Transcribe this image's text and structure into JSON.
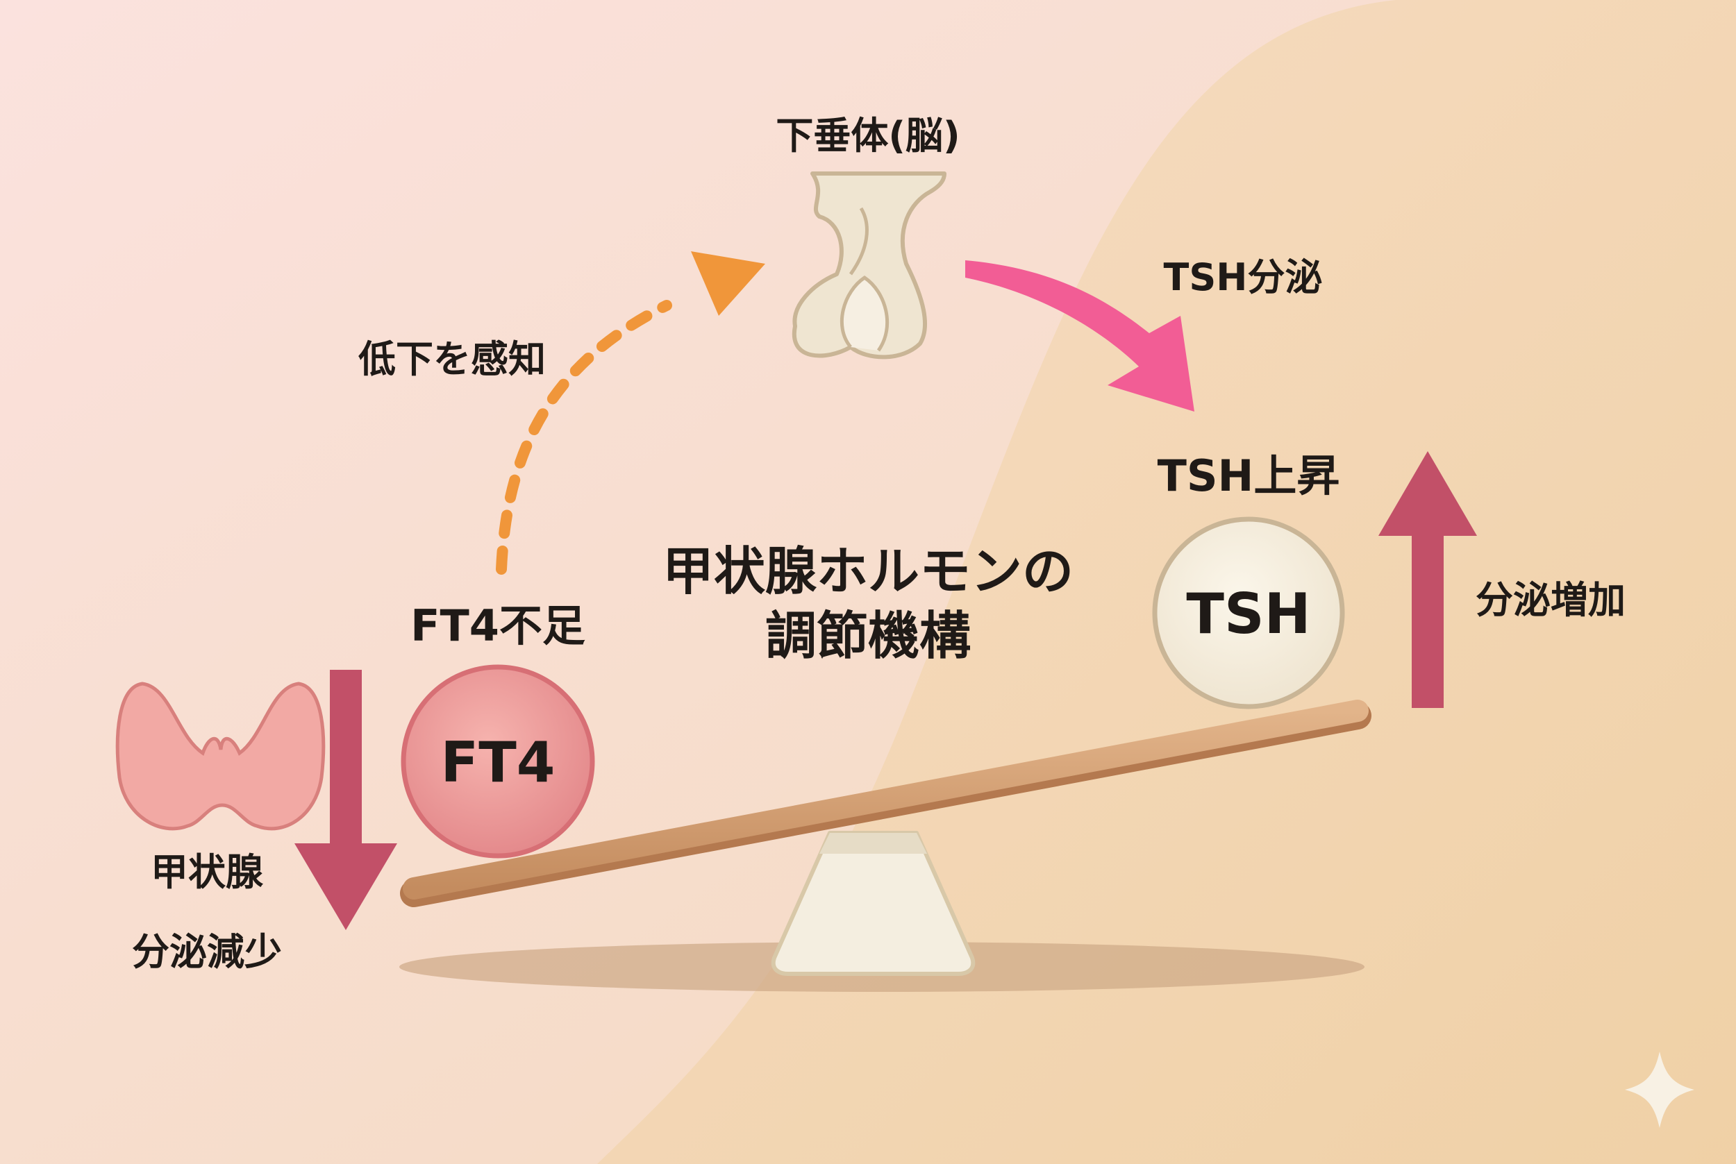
{
  "title": {
    "line1": "甲状腺ホルモンの",
    "line2": "調節機構"
  },
  "labels": {
    "pituitary": "下垂体(脳)",
    "sensing": "低下を感知",
    "tsh_secretion": "TSH分泌",
    "tsh_rise": "TSH上昇",
    "secretion_increase": "分泌増加",
    "ft4_deficit": "FT4不足",
    "thyroid": "甲状腺",
    "secretion_decrease": "分泌減少"
  },
  "balls": {
    "ft4": "FT4",
    "tsh": "TSH"
  },
  "icons": [
    "pituitary-icon",
    "thyroid-icon",
    "sparkle-icon"
  ],
  "colors": {
    "background_left": "#f9dcd7",
    "background_right": "#f1d2a8",
    "arrow_orange": "#f0963a",
    "arrow_pink": "#f25d95",
    "arrow_maroon": "#c25068",
    "ft4_ball": "#ec9a9a",
    "tsh_ball": "#f6efe0",
    "beam": "#cf9a6e",
    "fulcrum": "#f4eee0"
  }
}
